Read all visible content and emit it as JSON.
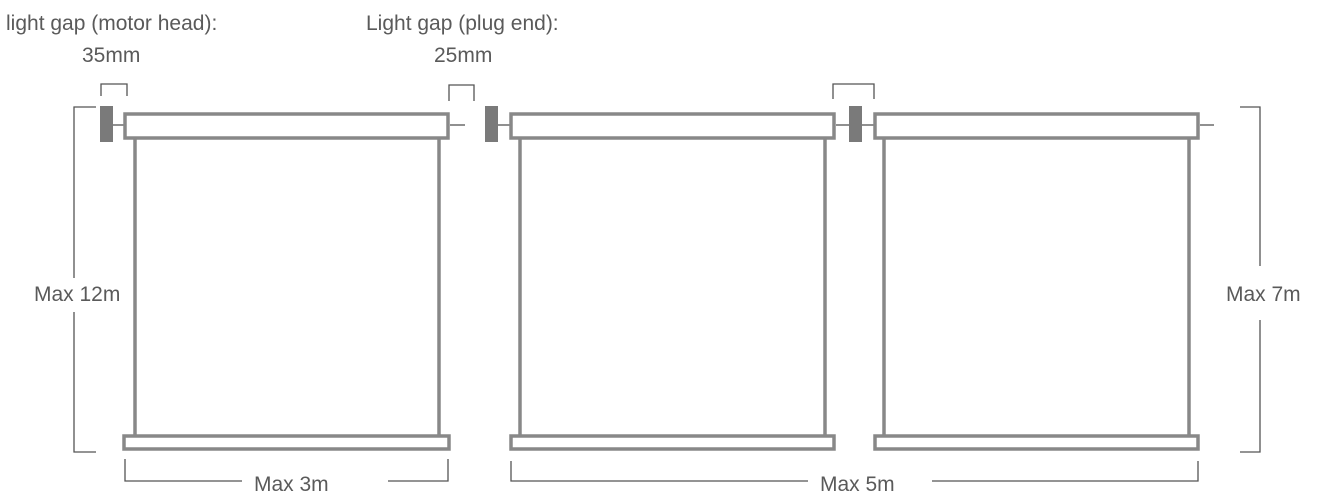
{
  "labels": {
    "motor_gap_title": "light gap (motor head):",
    "motor_gap_value": "35mm",
    "plug_gap_title": "Light gap (plug end):",
    "plug_gap_value": "25mm",
    "single_height": "Max 12m",
    "single_width": "Max 3m",
    "coupled_width": "Max 5m",
    "coupled_height": "Max 7m"
  },
  "colors": {
    "frame": "#888888",
    "motor": "#7a7a7a",
    "text": "#5a5a5a"
  }
}
